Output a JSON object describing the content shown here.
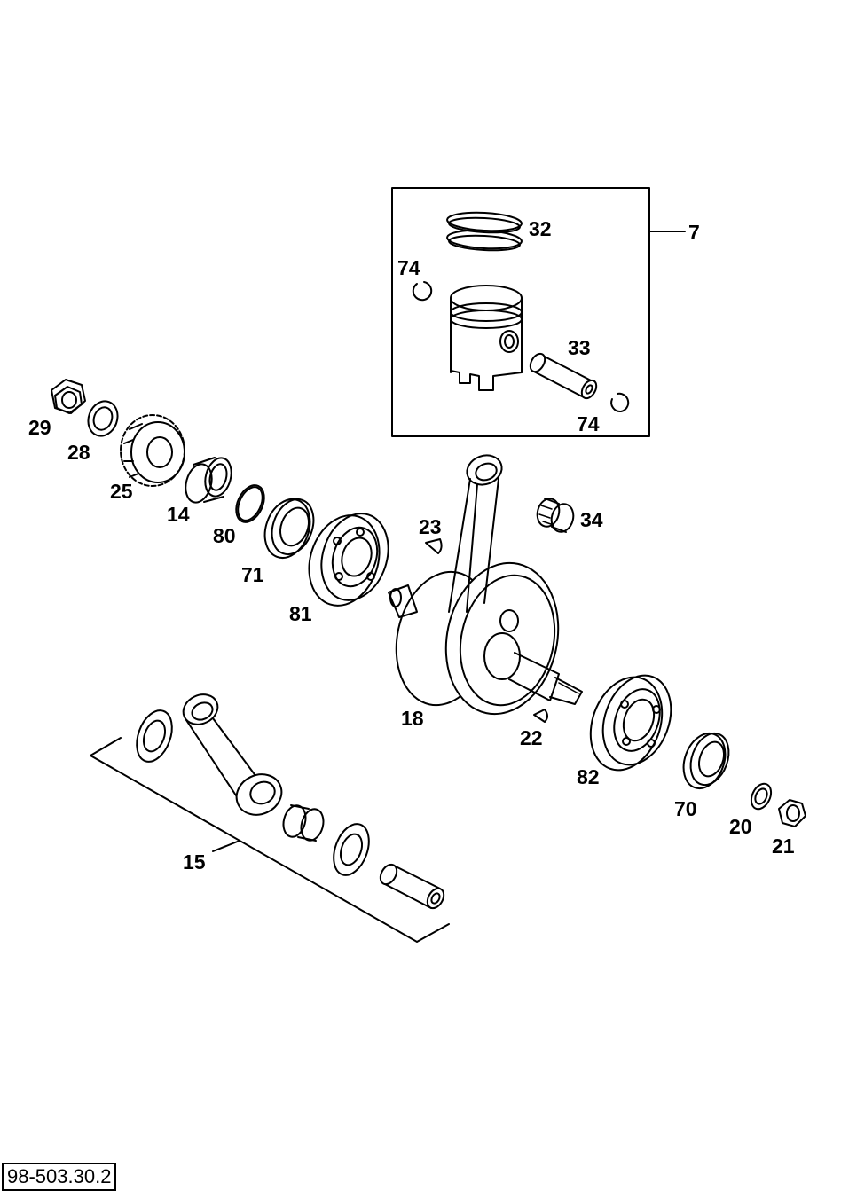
{
  "drawing_number": "98-503.30.2",
  "parts": [
    {
      "id": "piston_kit",
      "number": "7"
    },
    {
      "id": "piston_rings",
      "number": "32"
    },
    {
      "id": "circlip_top",
      "number": "74"
    },
    {
      "id": "piston_pin",
      "number": "33"
    },
    {
      "id": "circlip_bottom",
      "number": "74"
    },
    {
      "id": "hex_nut_left",
      "number": "29"
    },
    {
      "id": "washer_left",
      "number": "28"
    },
    {
      "id": "primary_gear",
      "number": "25"
    },
    {
      "id": "spacer_sleeve",
      "number": "14"
    },
    {
      "id": "o_ring",
      "number": "80"
    },
    {
      "id": "shaft_seal_left",
      "number": "71"
    },
    {
      "id": "ball_bearing_left",
      "number": "81"
    },
    {
      "id": "woodruff_key_top",
      "number": "23"
    },
    {
      "id": "needle_bearing_top",
      "number": "34"
    },
    {
      "id": "crankshaft",
      "number": "18"
    },
    {
      "id": "woodruff_key_bottom",
      "number": "22"
    },
    {
      "id": "ball_bearing_right",
      "number": "82"
    },
    {
      "id": "shaft_seal_right",
      "number": "70"
    },
    {
      "id": "washer_right",
      "number": "20"
    },
    {
      "id": "hex_nut_right",
      "number": "21"
    },
    {
      "id": "conrod_kit",
      "number": "15"
    }
  ]
}
